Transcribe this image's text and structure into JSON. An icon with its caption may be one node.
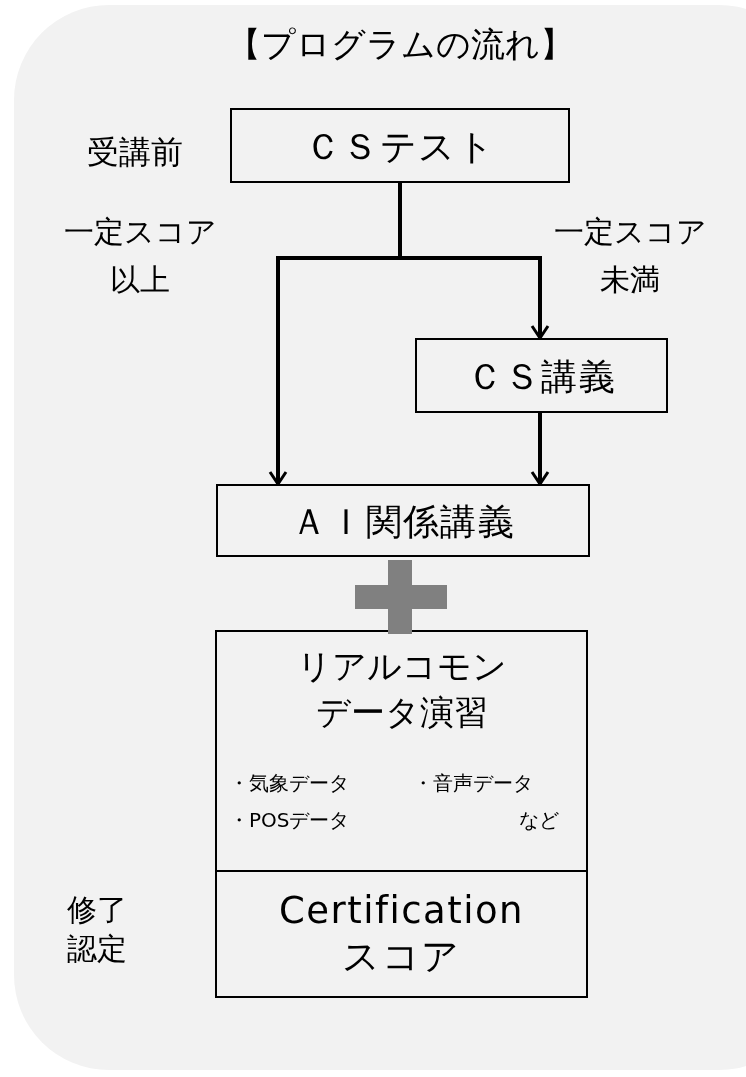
{
  "diagram": {
    "title": "【プログラムの流れ】",
    "nodes": [
      {
        "text": [
          "ＣＳテスト"
        ],
        "beside": [
          "受講前"
        ]
      },
      {
        "text": [
          "ＣＳ講義"
        ]
      },
      {
        "text": [
          "ＡＩ関係講義"
        ]
      },
      {
        "text": [
          "リアルコモンデータ演習",
          "・気象データ",
          "・音声データ",
          "・POSデータ",
          "など"
        ]
      },
      {
        "text": [
          "Certification スコア"
        ],
        "beside": [
          "修了認定"
        ]
      }
    ],
    "edges": [
      {
        "from": 0,
        "to": 2,
        "arrow": "to",
        "label": "一定スコア以上"
      },
      {
        "from": 0,
        "to": 1,
        "arrow": "to",
        "label": "一定スコア未満"
      },
      {
        "from": 1,
        "to": 2,
        "arrow": "to"
      }
    ]
  }
}
